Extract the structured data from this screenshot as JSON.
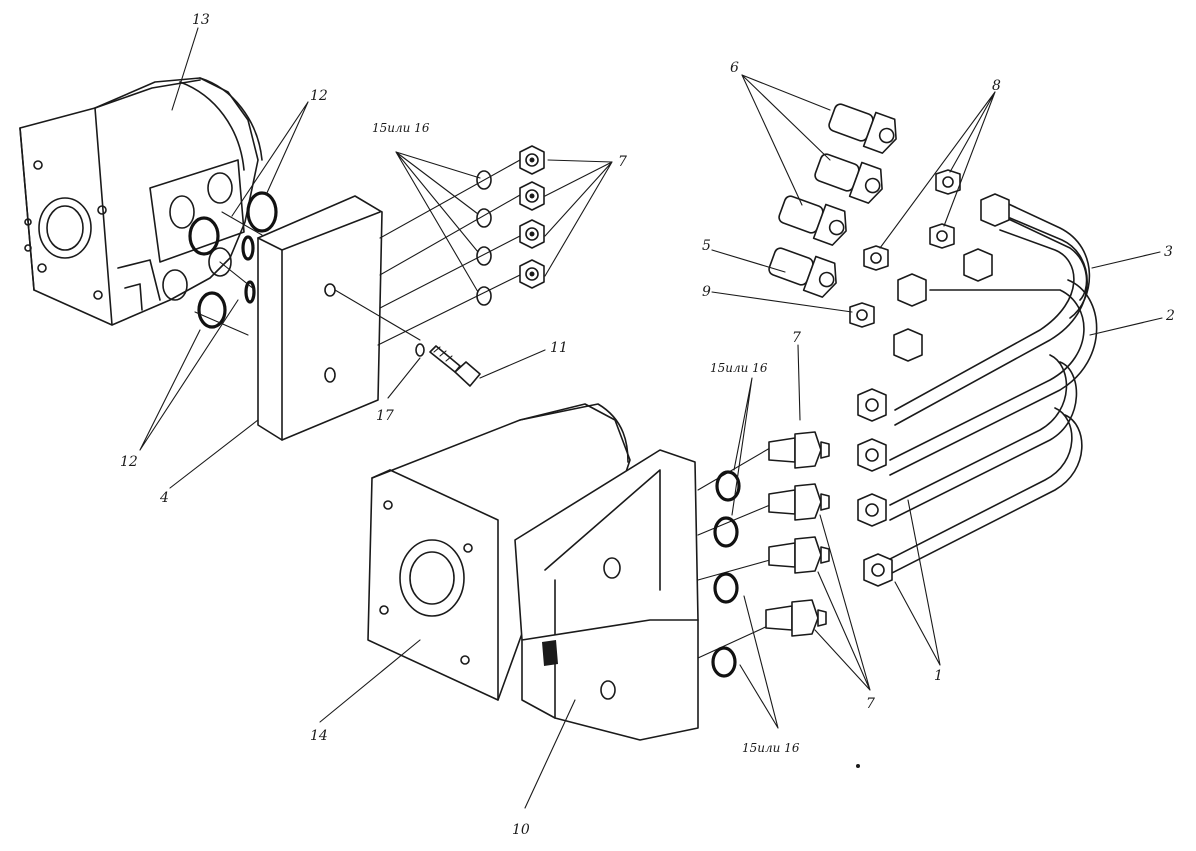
{
  "callouts": {
    "c13": "13",
    "c12a": "12",
    "c12b": "12",
    "c4": "4",
    "c15a": "15или 16",
    "c7a": "7",
    "c11": "11",
    "c17": "17",
    "c6": "6",
    "c8": "8",
    "c5": "5",
    "c9": "9",
    "c3": "3",
    "c2": "2",
    "c7b": "7",
    "c15b": "15или 16",
    "c14": "14",
    "c10": "10",
    "c7c": "7",
    "c1": "1",
    "c15c": "15или 16"
  }
}
